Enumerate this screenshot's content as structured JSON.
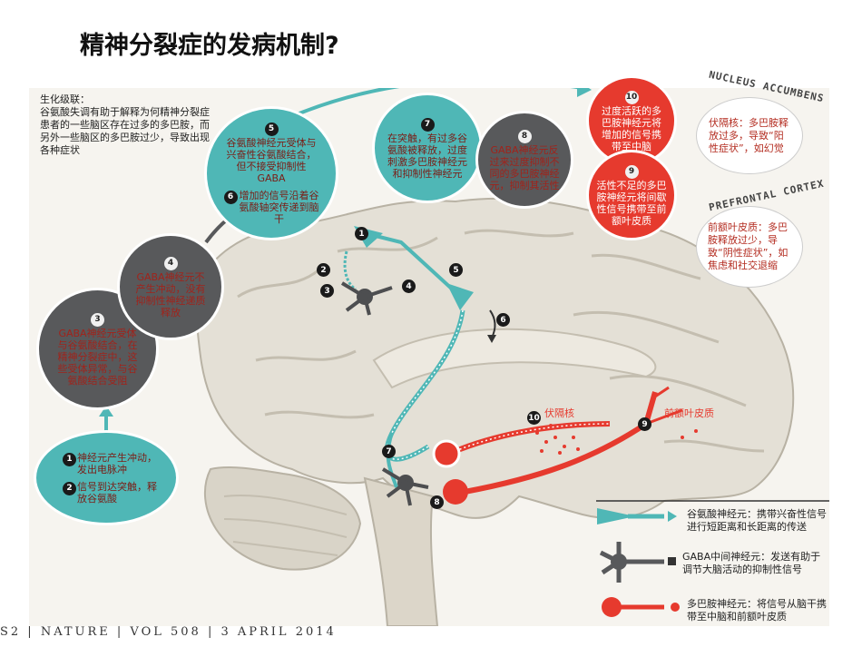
{
  "title": "精神分裂症的发病机制?",
  "intro": {
    "heading": "生化级联：",
    "text": "谷氨酸失调有助于解释为何精神分裂症患者的一些脑区存在过多的多巴胺，而另外一些脑区的多巴胺过少，导致出现各种症状"
  },
  "steps": {
    "s1": {
      "num": "1",
      "text": "神经元产生冲动，发出电脉冲"
    },
    "s2": {
      "num": "2",
      "text": "信号到达突触，释放谷氨酸"
    },
    "s3": {
      "num": "3",
      "text": "GABA神经元受体与谷氨酸结合，在精神分裂症中，这些受体异常，与谷氨酸结合受阻"
    },
    "s4": {
      "num": "4",
      "text": "GABA神经元不产生冲动，没有抑制性神经递质释放"
    },
    "s5": {
      "num": "5",
      "text": "谷氨酸神经元受体与兴奋性谷氨酸结合，但不接受抑制性GABA"
    },
    "s6": {
      "num": "6",
      "text": "增加的信号沿着谷氨酸轴突传递到脑干"
    },
    "s7": {
      "num": "7",
      "text": "在突触，有过多谷氨酸被释放，过度刺激多巴胺神经元和抑制性神经元"
    },
    "s8": {
      "num": "8",
      "text": "GABA神经元反过来过度抑制不同的多巴胺神经元，抑制其活性"
    },
    "s9": {
      "num": "9",
      "text": "活性不足的多巴胺神经元将间歇性信号携带至前额叶皮质"
    },
    "s10": {
      "num": "10",
      "text": "过度活跃的多巴胺神经元将增加的信号携带至中脑"
    }
  },
  "regions": {
    "nucleus_accumbens": {
      "arc_label": "NUCLEUS ACCUMBENS",
      "text": "伏隔核：多巴胺释放过多，导致“阳性症状”，如幻觉"
    },
    "prefrontal_cortex": {
      "arc_label": "PREFRONTAL CORTEX",
      "text": "前额叶皮质：多巴胺释放过少，导致“阴性症状”，如焦虑和社交退缩"
    }
  },
  "brain_labels": {
    "nucleus_accumbens": "伏隔核",
    "prefrontal_cortex": "前额叶皮质",
    "markers": [
      "1",
      "2",
      "3",
      "4",
      "5",
      "6",
      "7",
      "8",
      "9",
      "10"
    ]
  },
  "legend": {
    "glutamate": "谷氨酸神经元：携带兴奋性信号进行短距离和长距离的传送",
    "gaba": "GABA中间神经元：发送有助于调节大脑活动的抑制性信号",
    "dopamine": "多巴胺神经元：将信号从脑干携带至中脑和前额叶皮质"
  },
  "footer": "S2 | NATURE | VOL 508 | 3 APRIL 2014",
  "colors": {
    "teal": "#4fb7b6",
    "gray": "#58595b",
    "red": "#e63a2e",
    "text_red": "#b32b1f"
  }
}
